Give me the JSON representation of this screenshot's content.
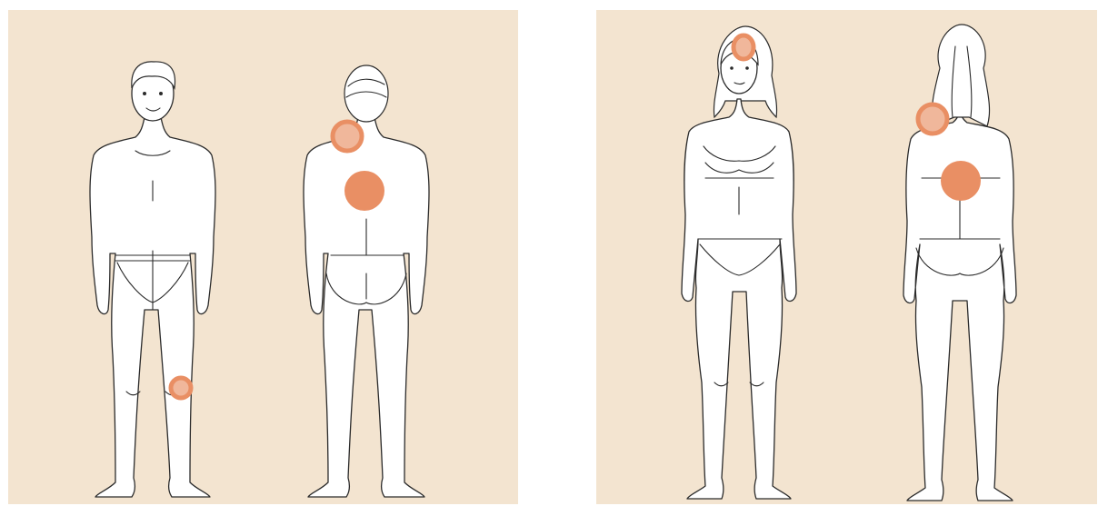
{
  "background_color": "#f3e4d0",
  "marker_colors": {
    "solid": "#e98f64",
    "ring": "#e98f64",
    "ring_fill": "#f0b79b"
  },
  "panels": [
    {
      "id": "male",
      "figures": [
        "male-front",
        "male-back"
      ],
      "markers": [
        {
          "figure": "male-front",
          "region": "left-knee",
          "style": "ring"
        },
        {
          "figure": "male-back",
          "region": "upper-left-shoulder",
          "style": "ring"
        },
        {
          "figure": "male-back",
          "region": "upper-back",
          "style": "solid"
        }
      ]
    },
    {
      "id": "female",
      "figures": [
        "female-front",
        "female-back"
      ],
      "markers": [
        {
          "figure": "female-front",
          "region": "forehead",
          "style": "ring"
        },
        {
          "figure": "female-back",
          "region": "upper-left-shoulder",
          "style": "ring"
        },
        {
          "figure": "female-back",
          "region": "mid-back",
          "style": "solid"
        }
      ]
    }
  ]
}
